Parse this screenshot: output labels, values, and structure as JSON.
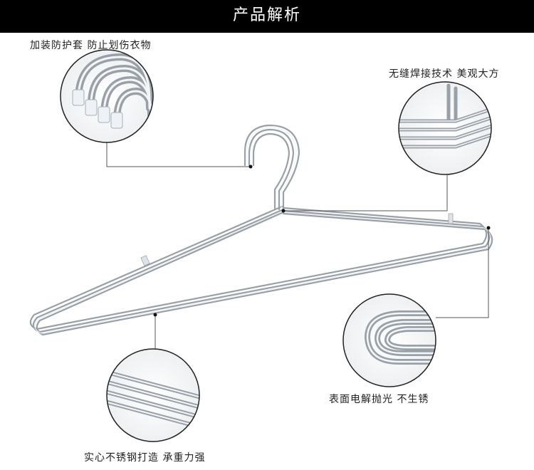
{
  "header": {
    "title": "产品解析"
  },
  "callouts": [
    {
      "label": "加装防护套 防止划伤衣物"
    },
    {
      "label": "无缝焊接技术 美观大方"
    },
    {
      "label": "表面电解抛光 不生锈"
    },
    {
      "label": "实心不锈钢打造 承重力强"
    }
  ],
  "colors": {
    "banner": "#000000",
    "metal": "#b8bcc4",
    "line": "#666666"
  }
}
